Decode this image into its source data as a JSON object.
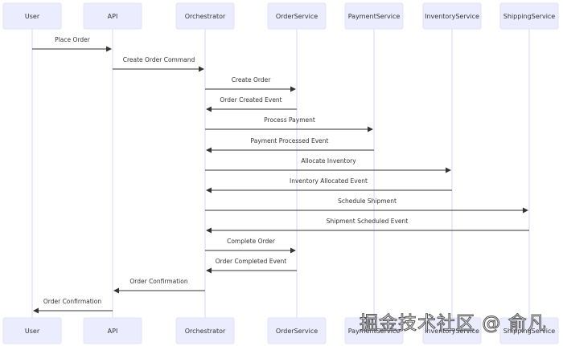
{
  "diagram": {
    "type": "sequence",
    "participants": [
      {
        "id": "user",
        "label": "User"
      },
      {
        "id": "api",
        "label": "API"
      },
      {
        "id": "orch",
        "label": "Orchestrator"
      },
      {
        "id": "order",
        "label": "OrderService"
      },
      {
        "id": "payment",
        "label": "PaymentService"
      },
      {
        "id": "inventory",
        "label": "InventoryService"
      },
      {
        "id": "shipping",
        "label": "ShippingService"
      }
    ],
    "messages": [
      {
        "from": "user",
        "to": "api",
        "label": "Place Order"
      },
      {
        "from": "api",
        "to": "orch",
        "label": "Create Order Command"
      },
      {
        "from": "orch",
        "to": "order",
        "label": "Create Order"
      },
      {
        "from": "order",
        "to": "orch",
        "label": "Order Created Event"
      },
      {
        "from": "orch",
        "to": "payment",
        "label": "Process Payment"
      },
      {
        "from": "payment",
        "to": "orch",
        "label": "Payment Processed Event"
      },
      {
        "from": "orch",
        "to": "inventory",
        "label": "Allocate Inventory"
      },
      {
        "from": "inventory",
        "to": "orch",
        "label": "Inventory Allocated Event"
      },
      {
        "from": "orch",
        "to": "shipping",
        "label": "Schedule Shipment"
      },
      {
        "from": "shipping",
        "to": "orch",
        "label": "Shipment Scheduled Event"
      },
      {
        "from": "orch",
        "to": "order",
        "label": "Complete Order"
      },
      {
        "from": "order",
        "to": "orch",
        "label": "Order Completed Event"
      },
      {
        "from": "orch",
        "to": "api",
        "label": "Order Confirmation"
      },
      {
        "from": "api",
        "to": "user",
        "label": "Order Confirmation"
      }
    ]
  },
  "watermark": "掘金技术社区 @ 俞凡"
}
